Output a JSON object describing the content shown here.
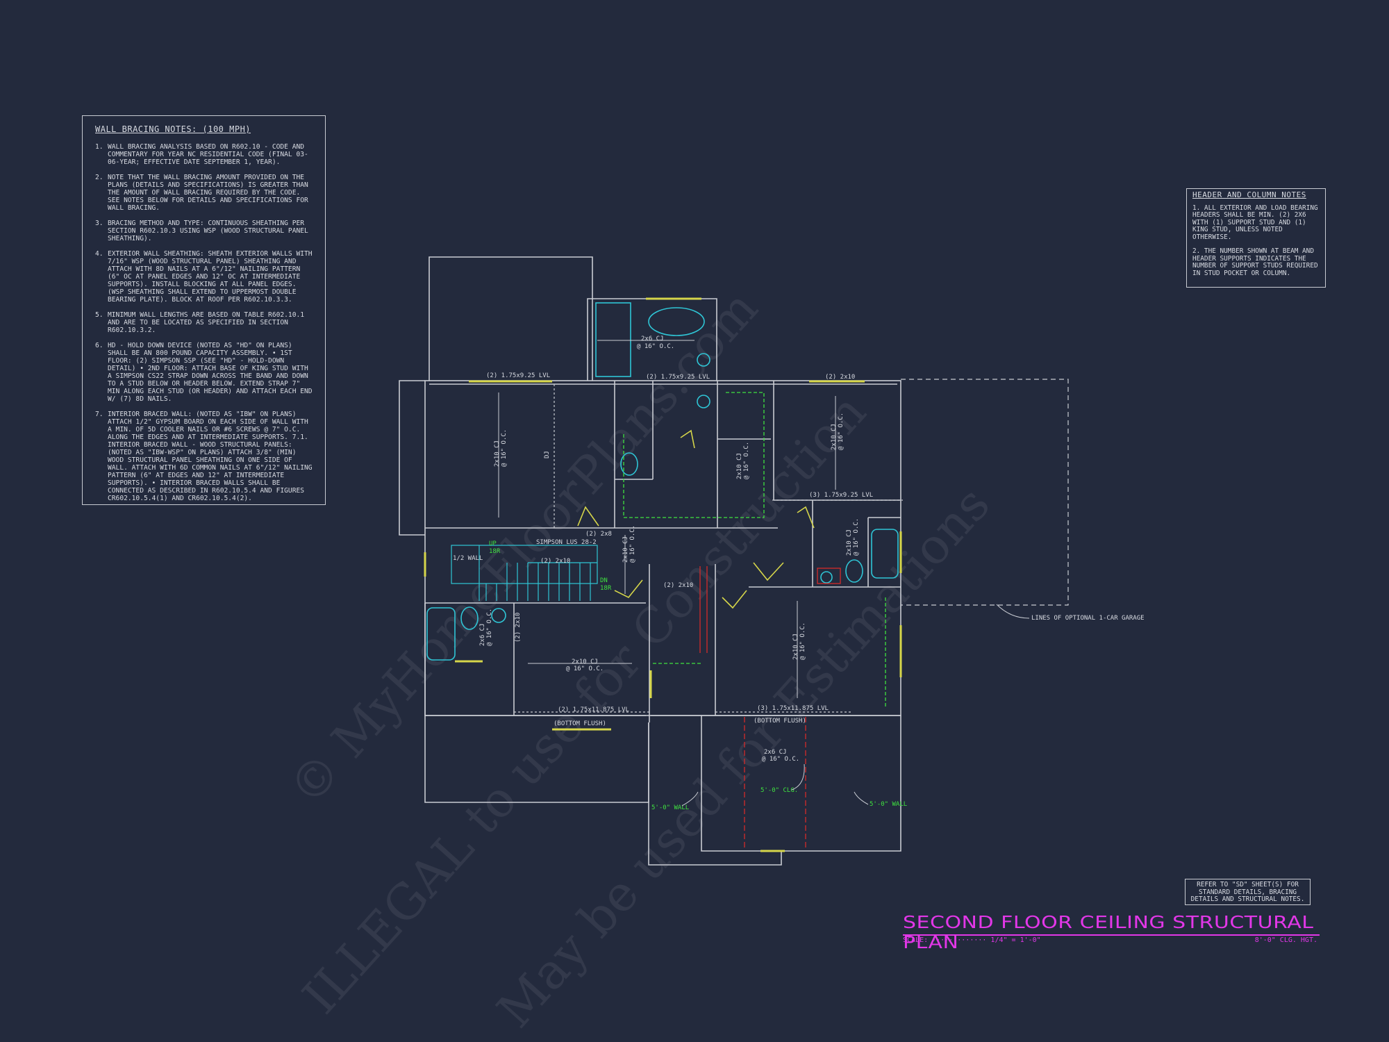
{
  "watermark": {
    "line1": "© MyHomeFloorPlans.com",
    "line2": "ILLEGAL to use for Construction",
    "line3": "May be used for Estimations"
  },
  "wall_bracing_notes": {
    "title": "WALL BRACING NOTES: (100 MPH)",
    "items": [
      {
        "num": "1.",
        "text": "WALL BRACING ANALYSIS BASED ON R602.10 - CODE AND COMMENTARY FOR YEAR NC RESIDENTIAL CODE (FINAL 03-06-YEAR; EFFECTIVE DATE SEPTEMBER 1, YEAR)."
      },
      {
        "num": "2.",
        "text": "NOTE THAT THE WALL BRACING AMOUNT PROVIDED ON THE PLANS (DETAILS AND SPECIFICATIONS) IS GREATER THAN THE AMOUNT OF WALL BRACING REQUIRED BY THE CODE. SEE NOTES BELOW FOR DETAILS AND SPECIFICATIONS FOR WALL BRACING."
      },
      {
        "num": "3.",
        "text": "BRACING METHOD AND TYPE: CONTINUOUS SHEATHING PER SECTION R602.10.3 USING WSP (WOOD STRUCTURAL PANEL SHEATHING)."
      },
      {
        "num": "4.",
        "text": "EXTERIOR WALL SHEATHING: SHEATH EXTERIOR WALLS WITH 7/16\" WSP (WOOD STRUCTURAL PANEL) SHEATHING AND ATTACH WITH 8d NAILS AT A 6\"/12\" NAILING PATTERN (6\" OC AT PANEL EDGES AND 12\" OC AT INTERMEDIATE SUPPORTS). INSTALL BLOCKING AT ALL PANEL EDGES. (WSP SHEATHING SHALL EXTEND TO UPPERMOST DOUBLE BEARING PLATE). BLOCK AT ROOF PER R602.10.3.3."
      },
      {
        "num": "5.",
        "text": "MINIMUM WALL LENGTHS ARE BASED ON TABLE R602.10.1 AND ARE TO BE LOCATED AS SPECIFIED IN SECTION R602.10.3.2."
      },
      {
        "num": "6.",
        "text": "HD - HOLD DOWN DEVICE (NOTED AS \"HD\" ON PLANS) SHALL BE AN 800 POUND CAPACITY ASSEMBLY. • 1ST FLOOR: (2) SIMPSON SSP (SEE \"HD\" - HOLD-DOWN DETAIL) • 2ND FLOOR: ATTACH BASE OF KING STUD WITH A SIMPSON CS22 STRAP DOWN ACROSS THE BAND AND DOWN TO A STUD BELOW OR HEADER BELOW. EXTEND STRAP 7\" MIN ALONG EACH STUD (OR HEADER) AND ATTACH EACH END W/ (7) 8d NAILS."
      },
      {
        "num": "7.",
        "text": "INTERIOR BRACED WALL: (NOTED AS \"IBW\" ON PLANS) ATTACH 1/2\" GYPSUM BOARD ON EACH SIDE OF WALL WITH A MIN. OF 5d COOLER NAILS OR #6 SCREWS @ 7\" O.C. ALONG THE EDGES AND AT INTERMEDIATE SUPPORTS. 7.1. INTERIOR BRACED WALL - WOOD STRUCTURAL PANELS: (NOTED AS \"IBW-WSP\" ON PLANS) ATTACH 3/8\" (MIN) WOOD STRUCTURAL PANEL SHEATHING ON ONE SIDE OF WALL. ATTACH WITH 6d COMMON NAILS AT 6\"/12\" NAILING PATTERN (6\" AT EDGES AND 12\" AT INTERMEDIATE SUPPORTS). • INTERIOR BRACED WALLS SHALL BE CONNECTED AS DESCRIBED IN R602.10.5.4 AND FIGURES CR602.10.5.4(1) AND CR602.10.5.4(2)."
      }
    ]
  },
  "header_column_notes": {
    "title": "HEADER AND COLUMN NOTES",
    "items": [
      "1. ALL EXTERIOR AND LOAD BEARING HEADERS SHALL BE MIN. (2) 2x6 WITH (1) SUPPORT STUD AND (1) KING STUD, UNLESS NOTED OTHERWISE.",
      "2. THE NUMBER SHOWN AT BEAM AND HEADER SUPPORTS INDICATES THE NUMBER OF SUPPORT STUDS REQUIRED IN STUD POCKET OR COLUMN."
    ]
  },
  "refer_note": "REFER TO \"SD\" SHEET(S) FOR STANDARD DETAILS, BRACING DETAILS AND STRUCTURAL NOTES.",
  "plan_title": {
    "title": "SECOND FLOOR CEILING STRUCTURAL PLAN",
    "scale": "SCALE: ············· 1/4\" = 1'-0\"",
    "ceiling_height": "8'-0\" CLG. HGT."
  },
  "plan_labels": {
    "beam_top_left": "(2) 1.75x9.25 LVL",
    "beam_top_mid": "(2) 1.75x9.25 LVL",
    "beam_top_right": "(2) 2x10",
    "beam_right_mid": "(3) 1.75x9.25 LVL",
    "beam_bottom_left": "(2) 1.75x11.875 LVL",
    "beam_bottom_right": "(3) 1.75x11.875 LVL",
    "bottom_flush_left": "(BOTTOM FLUSH)",
    "bottom_flush_right": "(BOTTOM FLUSH)",
    "cj_bath_top": "2x6 CJ",
    "cj_bath_top_oc": "@ 16\" O.C.",
    "cj_2x10": "2x10 CJ",
    "cj_16oc": "@ 16\" O.C.",
    "cj_2x6": "2x6 CJ",
    "stair_header": "(2) 2x10",
    "stair_header_b": "(2) 2x8",
    "hall_header": "(2) 2x10",
    "simpson": "SIMPSON LUS 28-2",
    "half_wall": "1/2 WALL",
    "up": "UP",
    "dn": "DN",
    "br": "18R",
    "dj": "DJ",
    "wall_5_left": "5'-0\" WALL",
    "wall_5_right": "5'-0\" WALL",
    "clg_5": "5'-0\" CLG.",
    "garage": "LINES OF OPTIONAL 1-CAR GARAGE"
  },
  "colors": {
    "background": "#232a3d",
    "walls": "#c9ccd3",
    "fixtures": "#2fc6d6",
    "headers": "#d6d64a",
    "green_notes": "#3fe23f",
    "title": "#e237e8",
    "red_lines": "#d42a2a"
  }
}
